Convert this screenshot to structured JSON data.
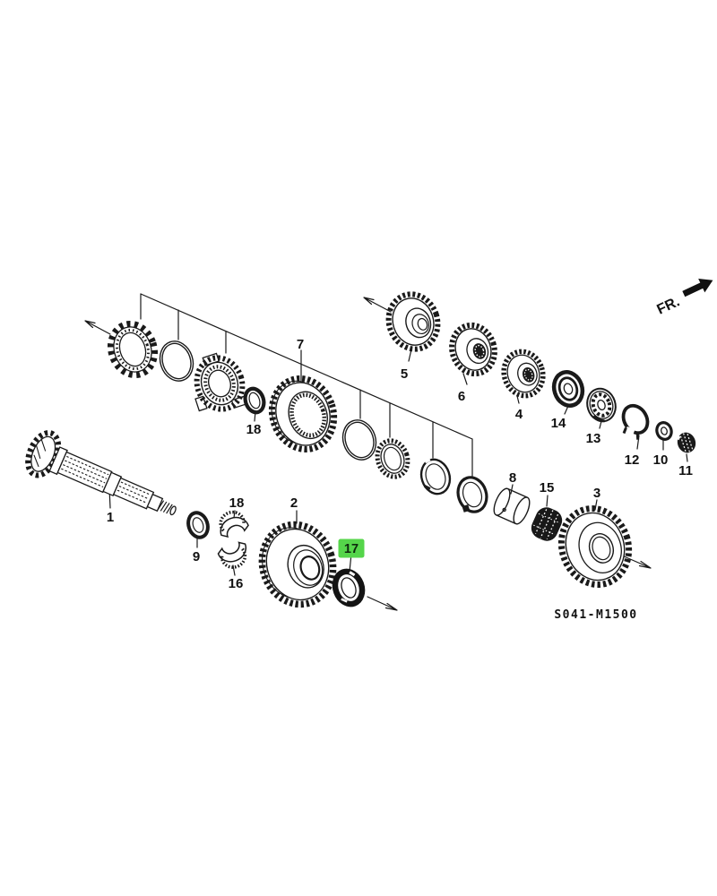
{
  "figure": {
    "diagram_code": "S041-M1500",
    "fr_label": "FR.",
    "highlight_color": "#55d54a",
    "line_color": "#1a1a1a",
    "callouts": {
      "part1": "1",
      "part2": "2",
      "part3": "3",
      "part4": "4",
      "part5": "5",
      "part6": "6",
      "part7": "7",
      "part8": "8",
      "part9": "9",
      "part10": "10",
      "part11": "11",
      "part12": "12",
      "part13": "13",
      "part14": "14",
      "part15": "15",
      "part16": "16",
      "part17": "17",
      "part18_synchro_ring": "18",
      "part18_bearing_half": "18"
    }
  }
}
